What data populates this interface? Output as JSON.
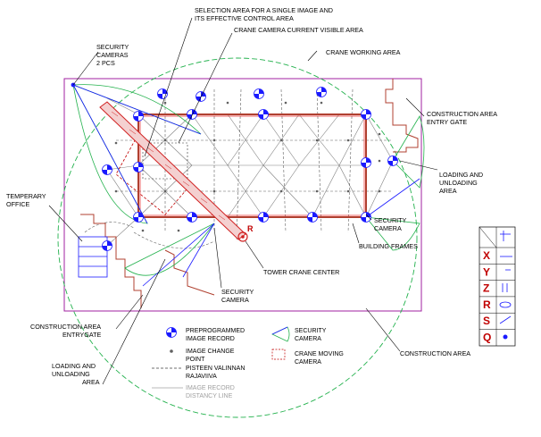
{
  "labels": {
    "selection_area": [
      "SELECTION AREA FOR A SINGLE IMAGE AND",
      "ITS EFFECTIVE CONTROL AREA"
    ],
    "crane_camera_visible": "CRANE CAMERA CURRENT VISIBLE AREA",
    "security_cameras": [
      "SECURITY",
      "CAMERAS",
      "2 PCS"
    ],
    "crane_working_area": "CRANE WORKING AREA",
    "construction_entry_gate_right": [
      "CONSTRUCTION AREA",
      "ENTRY GATE"
    ],
    "loading_right": [
      "LOADING AND",
      "UNLOADING",
      "AREA"
    ],
    "temporary_office": [
      "TEMPERARY",
      "OFFICE"
    ],
    "security_camera_right": [
      "SECURITY",
      "CAMERA"
    ],
    "building_frames": "BUILDING FRAMES",
    "tower_crane_center": "TOWER CRANE CENTER",
    "security_camera_center": [
      "SECURITY",
      "CAMERA"
    ],
    "construction_entry_gate_left": [
      "CONSTRUCTION AREA",
      "ENTRYGATE"
    ],
    "loading_left": [
      "LOADING AND",
      "UNLOADING",
      "AREA"
    ],
    "construction_area": "CONSTRUCTION AREA",
    "crane_marker": "R"
  },
  "legend": {
    "preprogrammed": [
      "PREPROGRAMMED",
      "IMAGE RECORD"
    ],
    "image_change": [
      "IMAGE CHANGE",
      "POINT"
    ],
    "pisteen": [
      "PISTEEN VALINNAN",
      "RAJAVIIVA"
    ],
    "distancy": [
      "IMAGE RECORD",
      "DISTANCY LINE"
    ],
    "security_camera": [
      "SECURITY",
      "CAMERA"
    ],
    "crane_moving": [
      "CRANE MOVING",
      "CAMERA"
    ]
  },
  "axis_panel": [
    "X",
    "Y",
    "Z",
    "R",
    "S",
    "Q"
  ],
  "colors": {
    "boundary": "#a020a0",
    "green": "#22b14c",
    "blue": "#1a1aff",
    "brown": "#b04030",
    "red": "#e00000",
    "gray": "#808080"
  }
}
